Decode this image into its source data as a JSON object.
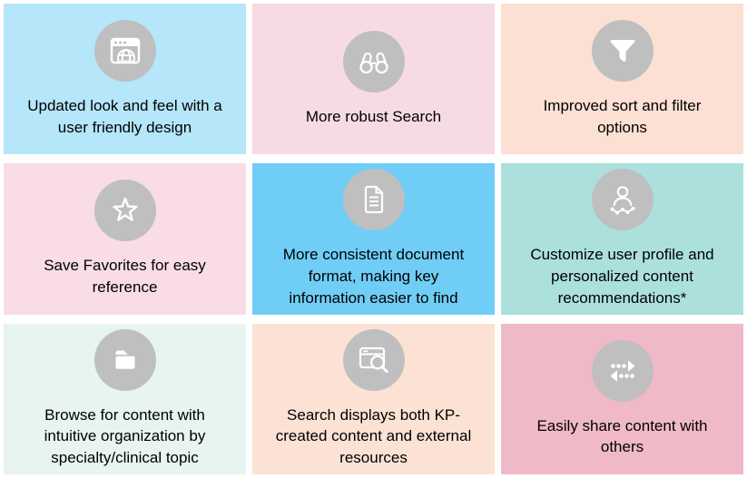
{
  "palette": {
    "page_background": "#FFFFFF",
    "icon_circle": "#BFBFBF",
    "icon_glyph": "#FFFFFF",
    "text": "#000000"
  },
  "cards": [
    {
      "id": "updated-look",
      "label": "Updated look and feel with a user friendly design",
      "icon": "browser-globe-icon",
      "bg": "#B5E6FA"
    },
    {
      "id": "robust-search",
      "label": "More robust Search",
      "icon": "binoculars-icon",
      "bg": "#F7DBE3"
    },
    {
      "id": "sort-filter",
      "label": "Improved sort and filter options",
      "icon": "funnel-icon",
      "bg": "#FBE0D3"
    },
    {
      "id": "save-favorites",
      "label": "Save Favorites for easy reference",
      "icon": "star-icon",
      "bg": "#F9DCE6"
    },
    {
      "id": "document-format",
      "label": "More consistent document format, making key information easier to find",
      "icon": "document-icon",
      "bg": "#70CDF6"
    },
    {
      "id": "user-profile",
      "label": "Customize user profile and personalized content recommendations*",
      "icon": "profile-chart-icon",
      "bg": "#ACE0DC"
    },
    {
      "id": "browse-content",
      "label": "Browse for content with intuitive organization by specialty/clinical topic",
      "icon": "folder-icon",
      "bg": "#E7F4F1"
    },
    {
      "id": "search-displays",
      "label": "Search displays both KP-created content and external resources",
      "icon": "search-window-icon",
      "bg": "#FCE2D5"
    },
    {
      "id": "share-content",
      "label": "Easily share content with others",
      "icon": "share-dots-icon",
      "bg": "#F0B9C8"
    }
  ]
}
